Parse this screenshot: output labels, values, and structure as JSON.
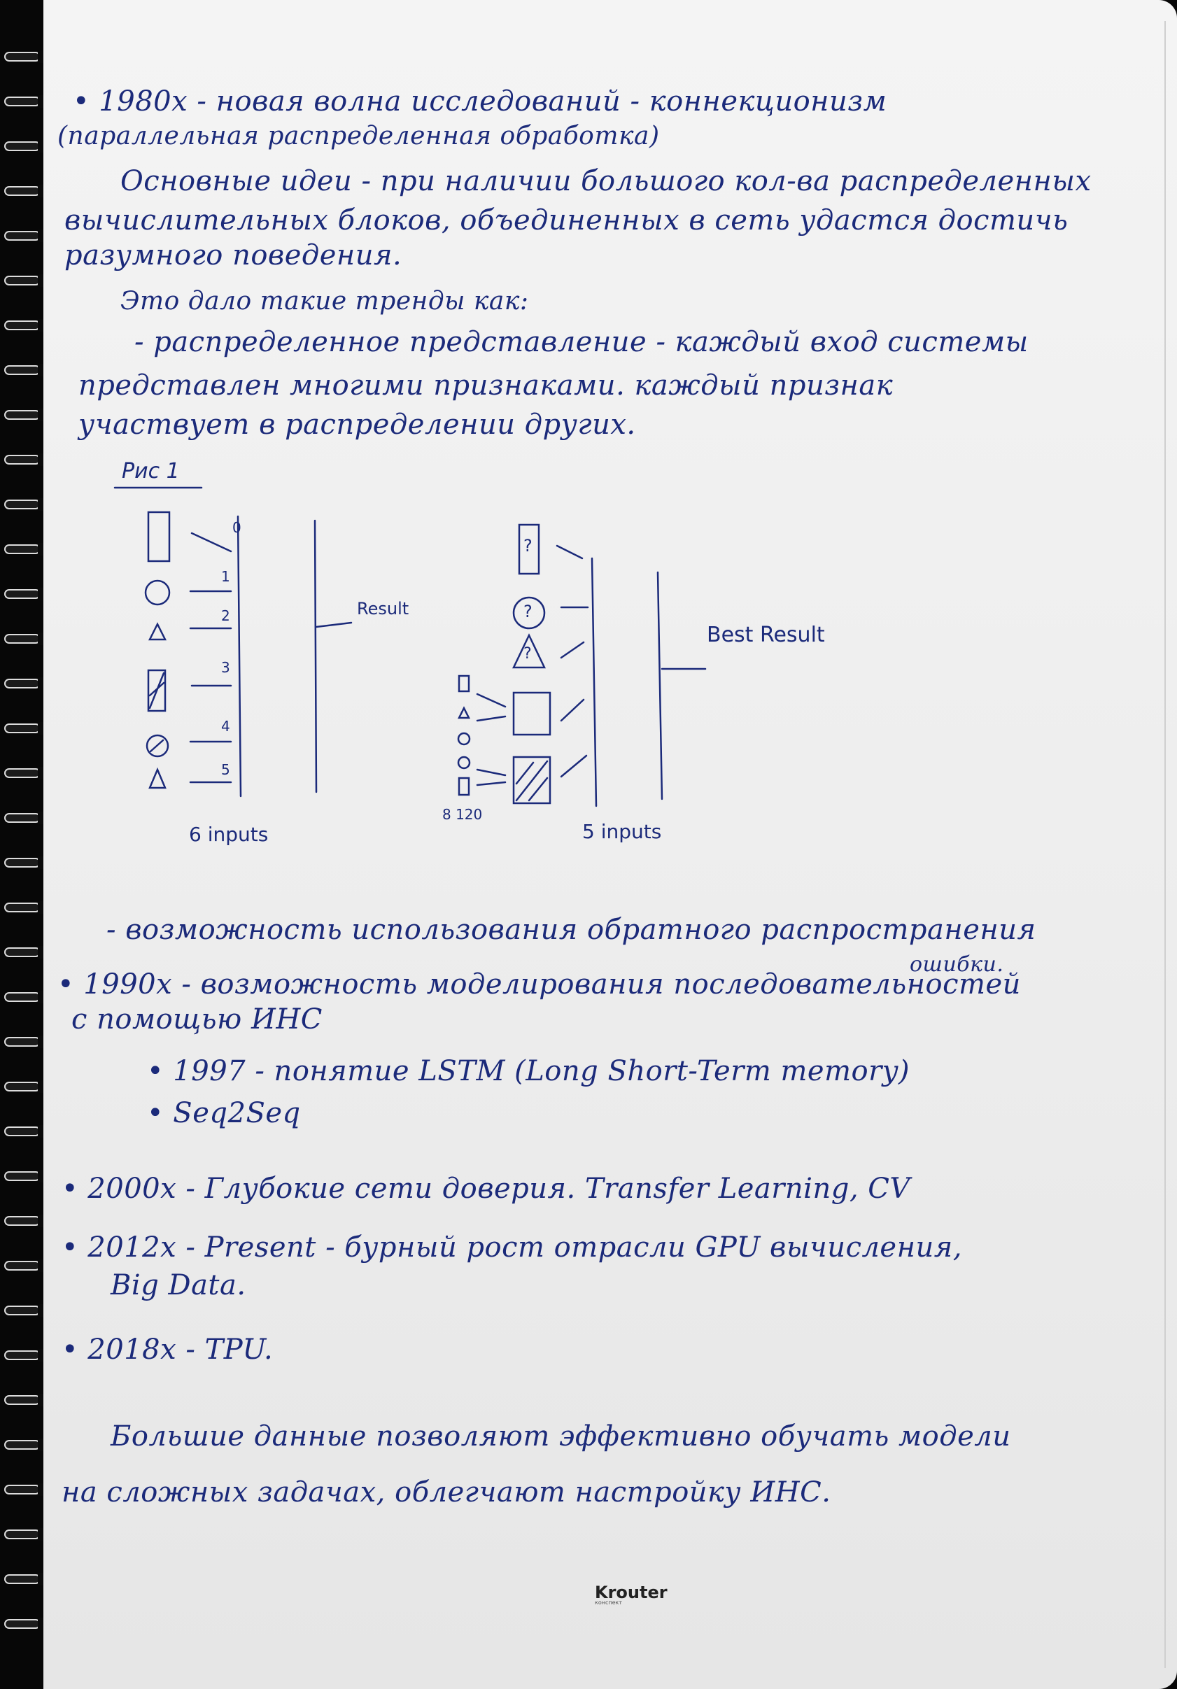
{
  "notes": {
    "line_01": "• 1980x - новая волна исследований - коннекционизм",
    "line_02": "(параллельная распределенная обработка)",
    "line_03": "Основные идеи - при наличии большого кол-ва распределенных",
    "line_04": "вычислительных блоков, объединенных в сеть удастся достичь",
    "line_05": "разумного поведения.",
    "line_06": "Это дало такие тренды как:",
    "line_07": "- распределенное представление - каждый вход системы",
    "line_08": "представлен многими признаками. каждый признак",
    "line_09": "участвует в распределении других.",
    "line_10": "- возможность использования обратного распространения",
    "line_11": "ошибки.",
    "line_12": "• 1990x - возможность моделирования последовательностей",
    "line_13": "с помощью ИНС",
    "line_14": "• 1997 - понятие LSTM (Long Short-Term memory)",
    "line_15": "• Seq2Seq",
    "line_16": "• 2000x - Глубокие сети доверия. Transfer Learning, CV",
    "line_17": "• 2012x - Present - бурный рост отрасли GPU вычисления,",
    "line_18": "Big Data.",
    "line_19": "• 2018x - TPU.",
    "line_20": "Большие данные позволяют эффективно обучать модели",
    "line_21": "на сложных задачах, облегчают настройку ИНС."
  },
  "figure": {
    "caption": "Рис 1",
    "left_numbers": [
      "0",
      "1",
      "2",
      "3",
      "4",
      "5"
    ],
    "left_result": "Result",
    "left_inputs": "6 inputs",
    "right_marks": [
      "?",
      "?",
      "?"
    ],
    "right_result": "Best Result",
    "right_inputs": "5 inputs",
    "right_count": "8 120"
  },
  "watermark": {
    "brand": "Krouter",
    "tagline": "конспект"
  },
  "colors": {
    "ink": "#1b2a7a",
    "paper": "#f1f1f1",
    "background": "#070707"
  }
}
